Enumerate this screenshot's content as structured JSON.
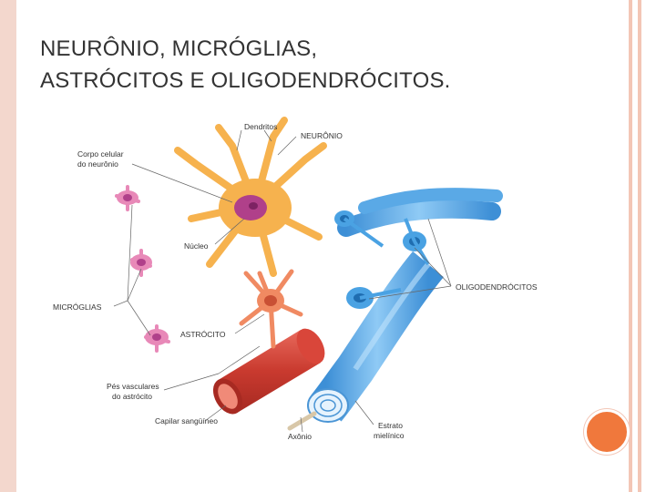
{
  "title": {
    "line1": "NEURÔNIO, MICRÓGLIAS,",
    "line2": "ASTRÓCITOS E OLIGODENDRÓCITOS."
  },
  "labels": {
    "dendritos": "Dendritos",
    "neuronio": "NEURÔNIO",
    "corpo1": "Corpo celular",
    "corpo2": "do neurônio",
    "nucleo": "Núcleo",
    "microglias": "MICRÓGLIAS",
    "astrocito": "ASTRÓCITO",
    "oligo": "OLIGODENDRÓCITOS",
    "pes1": "Pés vasculares",
    "pes2": "do astrócito",
    "capilar": "Capilar sangüíneo",
    "axonio": "Axônio",
    "estrato1": "Estrato",
    "estrato2": "mielínico"
  },
  "colors": {
    "neuron": "#f6b24e",
    "neuron_dark": "#e39a30",
    "microglia": "#e889b8",
    "nucleus": "#b0408a",
    "astrocyte": "#f08a62",
    "oligo": "#4aa2e3",
    "myelin": "#6fb8ef",
    "capillary": "#d9463a",
    "accent": "#f0783c"
  }
}
